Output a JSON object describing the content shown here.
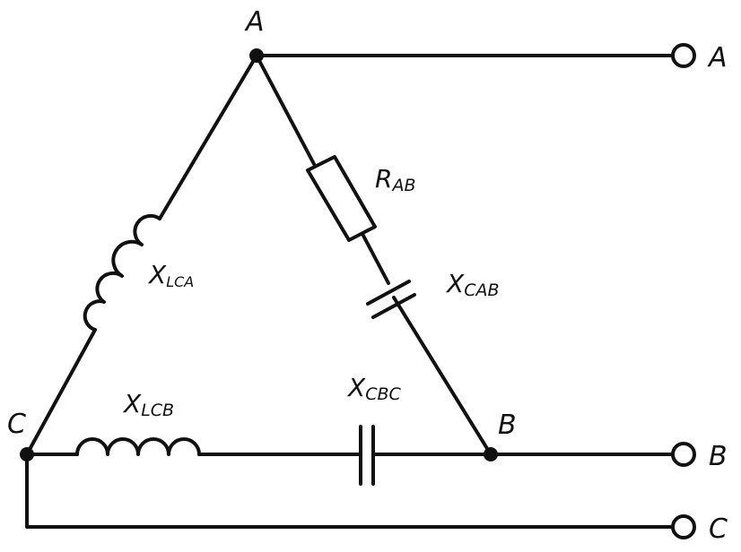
{
  "nodes": {
    "a": "A",
    "b": "B",
    "c": "C"
  },
  "terminals": {
    "a": "A",
    "b": "B",
    "c": "C"
  },
  "components": {
    "r_ab": {
      "main": "R",
      "sub": "AB"
    },
    "xc_ab": {
      "main": "X",
      "sub": "CAB"
    },
    "xl_ca": {
      "main": "X",
      "sub": "LCA"
    },
    "xl_cb": {
      "main": "X",
      "sub": "LCB"
    },
    "xc_bc": {
      "main": "X",
      "sub": "CBC"
    }
  },
  "colors": {
    "ink": "#111111",
    "background": "#ffffff"
  }
}
